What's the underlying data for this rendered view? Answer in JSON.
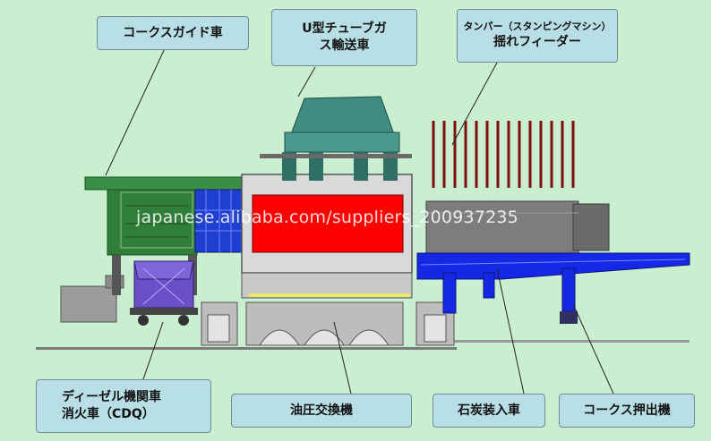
{
  "labels": {
    "coke_guide_car": "コークスガイド車",
    "u_tube_gas_car_line1": "U型チューブガ",
    "u_tube_gas_car_line2": "ス輸送車",
    "tamper_line1": "タンパー（スタンピングマシン）",
    "tamper_line2": "揺れフィーダー",
    "diesel_loco_line1": "ディーゼル機関車",
    "diesel_loco_line2": "消火車（CDQ）",
    "hydraulic_exchanger": "油圧交換機",
    "coal_charging_car": "石炭装入車",
    "coke_pusher": "コークス押出機"
  },
  "watermark": "japanese.alibaba.com/suppliers_200937235",
  "colors": {
    "background": "#c9efd0",
    "callout_fill": "#b8dfe6",
    "guide_car_green": "#2f7f3a",
    "gas_car_teal": "#3f8c80",
    "oven_red": "#ff0000",
    "pusher_blue": "#1428e6",
    "coal_car_gray": "#7d7d7d",
    "cdq_purple": "#6a4fc8"
  }
}
